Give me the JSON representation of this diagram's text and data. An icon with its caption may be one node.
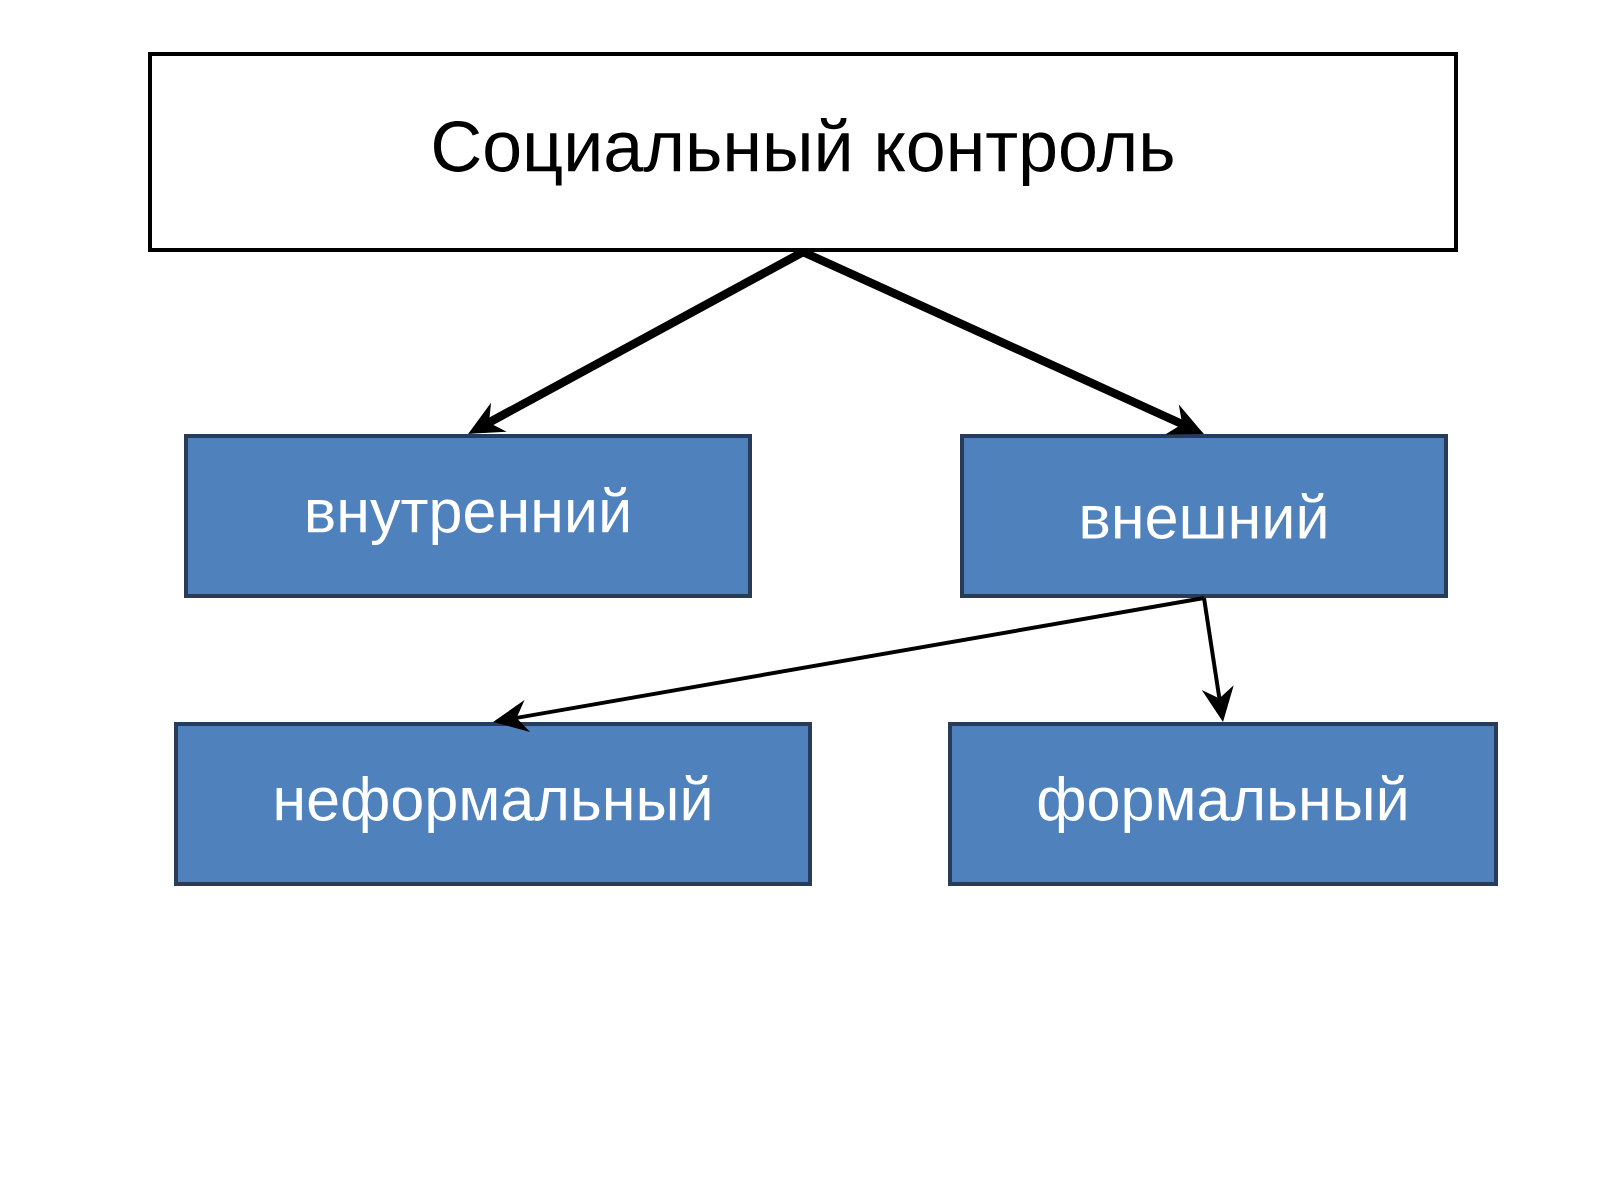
{
  "diagram": {
    "nodes": [
      {
        "text": [
          "Социальный контроль"
        ]
      },
      {
        "text": [
          "внутренний"
        ]
      },
      {
        "text": [
          "внешний"
        ]
      },
      {
        "text": [
          "неформальный"
        ]
      },
      {
        "text": [
          "формальный"
        ]
      }
    ],
    "edges": [
      {
        "from": 0,
        "to": 1,
        "arrow": "to",
        "style": "thick"
      },
      {
        "from": 0,
        "to": 2,
        "arrow": "to",
        "style": "thick"
      },
      {
        "from": 2,
        "to": 3,
        "arrow": "to"
      },
      {
        "from": 2,
        "to": 4,
        "arrow": "to"
      }
    ]
  }
}
